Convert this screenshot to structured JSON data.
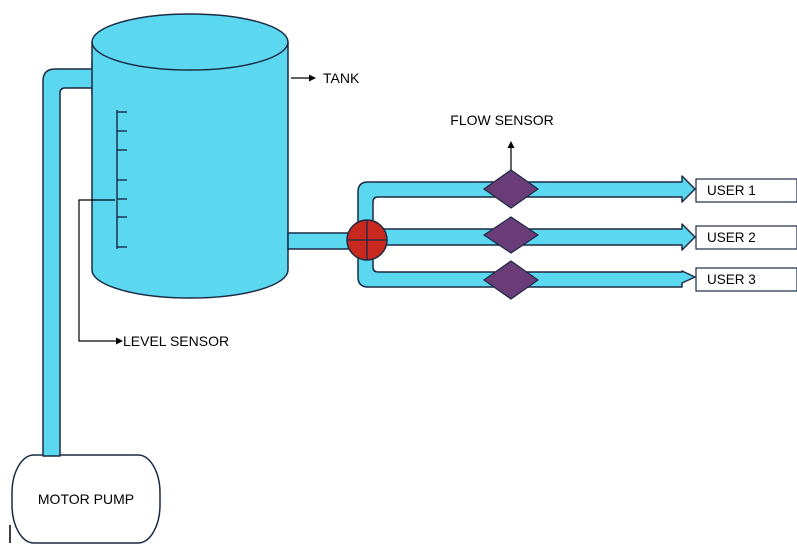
{
  "labels": {
    "tank": "TANK",
    "flow_sensor": "FLOW SENSOR",
    "level_sensor": "LEVEL SENSOR",
    "motor_pump": "MOTOR PUMP"
  },
  "users": [
    "USER 1",
    "USER 2",
    "USER 3"
  ],
  "colors": {
    "water": "#5BD7F0",
    "outline": "#1B2A44",
    "valve": "#C8281E",
    "flow_sensor": "#6A3D78"
  }
}
